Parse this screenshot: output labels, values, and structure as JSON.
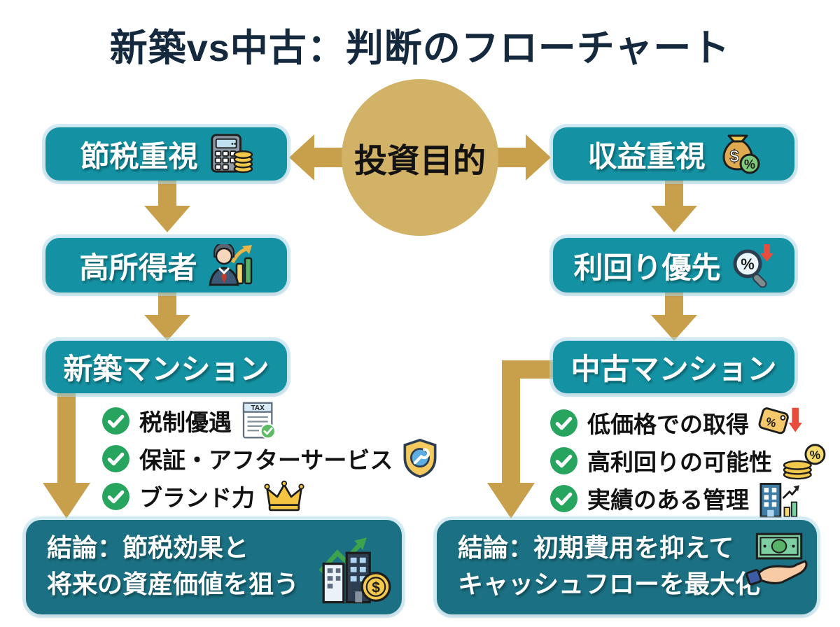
{
  "title": "新築vs中古：判断のフローチャート",
  "root_node": {
    "label": "投資目的"
  },
  "left": {
    "step1_label": "節税重視",
    "step2_label": "高所得者",
    "step3_label": "新築マンション",
    "checklist": [
      {
        "label": "税制優遇",
        "icon": "tax-document"
      },
      {
        "label": "保証・アフターサービス",
        "icon": "shield-wrench"
      },
      {
        "label": "ブランド力",
        "icon": "crown"
      }
    ],
    "conclusion_line1": "結論：節税効果と",
    "conclusion_line2": "将来の資産価値を狙う"
  },
  "right": {
    "step1_label": "収益重視",
    "step2_label": "利回り優先",
    "step3_label": "中古マンション",
    "checklist": [
      {
        "label": "低価格での取得",
        "icon": "price-tag-down"
      },
      {
        "label": "高利回りの可能性",
        "icon": "coins-percent"
      },
      {
        "label": "実績のある管理",
        "icon": "building-chart"
      }
    ],
    "conclusion_line1": "結論：初期費用を抑えて",
    "conclusion_line2": "キャッシュフローを最大化"
  },
  "icons": {
    "tax": "TAX",
    "dollar": "$",
    "percent": "%"
  },
  "colors": {
    "box_teal": "#1492A3",
    "conclusion_teal": "#1B7183",
    "arrow_gold": "#C8A04C",
    "circle_gold": "#D2B267",
    "check_green": "#27A55F",
    "title_navy": "#15293E"
  }
}
